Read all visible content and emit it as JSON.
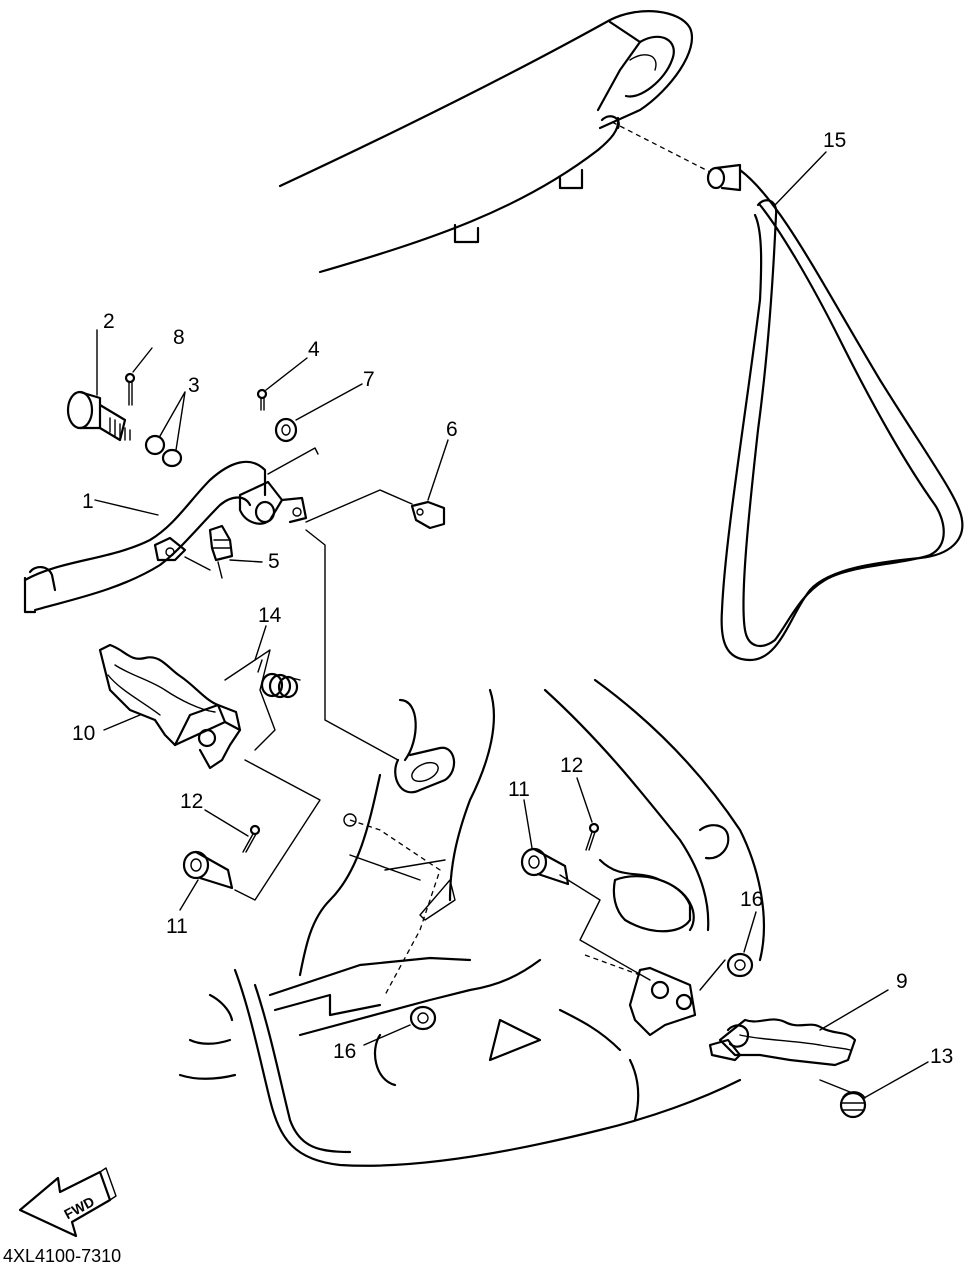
{
  "diagram": {
    "code": "4XL4100-7310",
    "fwd_label": "FWD",
    "callouts": [
      "1",
      "2",
      "3",
      "4",
      "5",
      "6",
      "7",
      "8",
      "9",
      "10",
      "11",
      "11",
      "12",
      "12",
      "13",
      "14",
      "15",
      "16",
      "16"
    ]
  },
  "colors": {
    "line": "#000000",
    "background": "#ffffff"
  }
}
